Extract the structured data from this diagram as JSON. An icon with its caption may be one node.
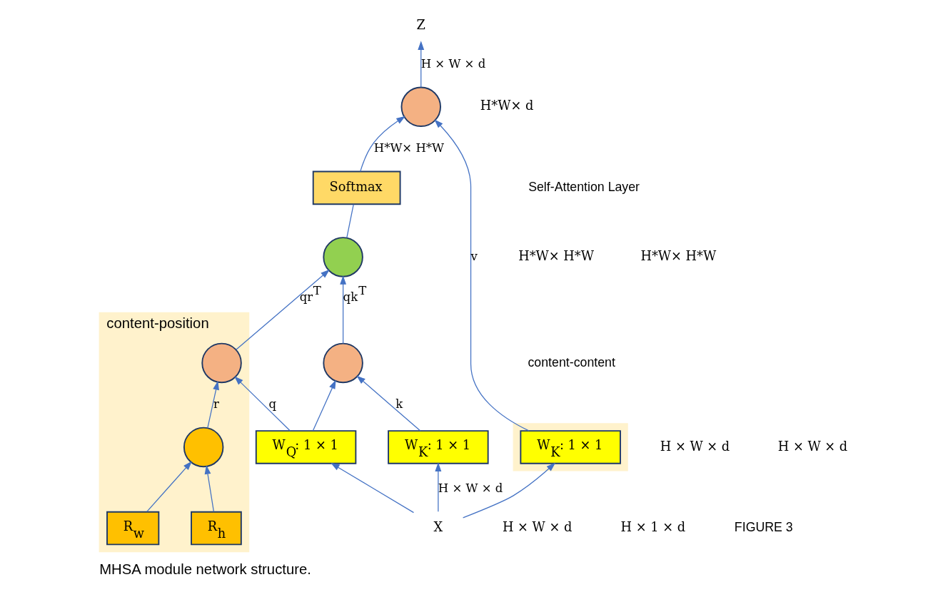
{
  "diagram": {
    "caption": "MHSA module network structure.",
    "nodes": [
      {
        "text": [
          "Z"
        ]
      },
      {
        "text": [],
        "shape": "circle"
      },
      {
        "text": [
          "Softmax"
        ]
      },
      {
        "text": [],
        "shape": "circle"
      },
      {
        "text": [
          "content-position"
        ]
      },
      {
        "text": [],
        "shape": "circle",
        "in": 4
      },
      {
        "text": [],
        "shape": "circle"
      },
      {
        "text": [],
        "shape": "circle",
        "in": 4
      },
      {
        "text": [],
        "shape": "box"
      },
      {
        "text": [
          "W$_{Q}$: 1 × 1"
        ]
      },
      {
        "text": [
          "W$_{K}$: 1 × 1"
        ]
      },
      {
        "text": [
          "W$_{K}$: 1 × 1"
        ],
        "in": 8
      },
      {
        "text": [
          "R$_{h}$"
        ],
        "in": 4
      },
      {
        "text": [
          "R$_{w}$"
        ],
        "in": 4
      },
      {
        "text": [
          "X"
        ]
      }
    ],
    "edges": [
      {
        "from": 1,
        "to": 0,
        "arrow": "to",
        "label": "H × W × d"
      },
      {
        "from": 3,
        "to": 2,
        "arrow": "none"
      },
      {
        "from": 2,
        "to": 1,
        "arrow": "to",
        "label": "H*W× H*W"
      },
      {
        "from": 11,
        "to": 1,
        "arrow": "to",
        "label": "v"
      },
      {
        "from": 5,
        "to": 3,
        "arrow": "to",
        "label": "qr$^{T}$"
      },
      {
        "from": 6,
        "to": 3,
        "arrow": "to",
        "label": "qk$^{T}$"
      },
      {
        "from": 7,
        "to": 5,
        "arrow": "to",
        "label": "r"
      },
      {
        "from": 9,
        "to": 5,
        "arrow": "to",
        "label": "q"
      },
      {
        "from": 9,
        "to": 6,
        "arrow": "to"
      },
      {
        "from": 10,
        "to": 6,
        "arrow": "to",
        "label": "k"
      },
      {
        "from": 12,
        "to": 7,
        "arrow": "to"
      },
      {
        "from": 13,
        "to": 7,
        "arrow": "to"
      },
      {
        "from": 14,
        "to": 9,
        "arrow": "to"
      },
      {
        "from": 14,
        "to": 10,
        "arrow": "to",
        "label": "H × W × d"
      },
      {
        "from": 14,
        "to": 11,
        "arrow": "to"
      }
    ],
    "labels": [
      "Self-Attention Layer",
      "H*W× d",
      "H*W× H*W",
      "H*W× H*W",
      "content-content",
      "H × W × d",
      "H × 1 × d",
      "H × W × d",
      "H × W × d",
      "FIGURE 3"
    ]
  }
}
